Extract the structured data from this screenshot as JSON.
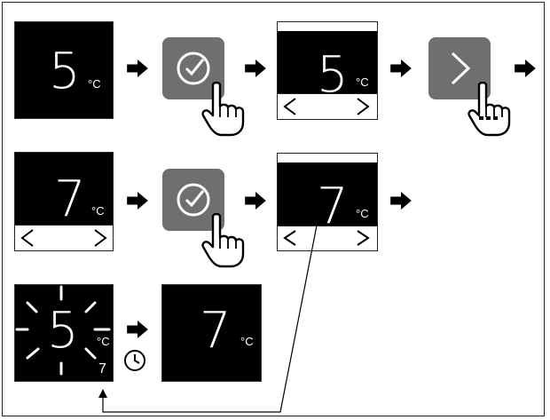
{
  "row1": {
    "panel1": {
      "value": "5",
      "unit": "°C"
    },
    "confirm_button": {
      "icon": "check-circle-icon"
    },
    "panel2": {
      "value": "5",
      "unit": "°C",
      "nav_left": "<",
      "nav_right": ">"
    },
    "next_button": {
      "icon": "chevron-right-icon"
    }
  },
  "row2": {
    "panel1": {
      "value": "7",
      "unit": "°C",
      "nav_left": "<",
      "nav_right": ">"
    },
    "confirm_button": {
      "icon": "check-circle-icon"
    },
    "panel2": {
      "value": "7",
      "unit": "°C",
      "nav_left": "<",
      "nav_right": ">"
    }
  },
  "row3": {
    "blink_panel": {
      "value": "5",
      "unit": "°C",
      "set_value": "7"
    },
    "final_panel": {
      "value": "7",
      "unit": "°C"
    }
  },
  "colors": {
    "button": "#6f6f6f",
    "display": "#000000"
  }
}
